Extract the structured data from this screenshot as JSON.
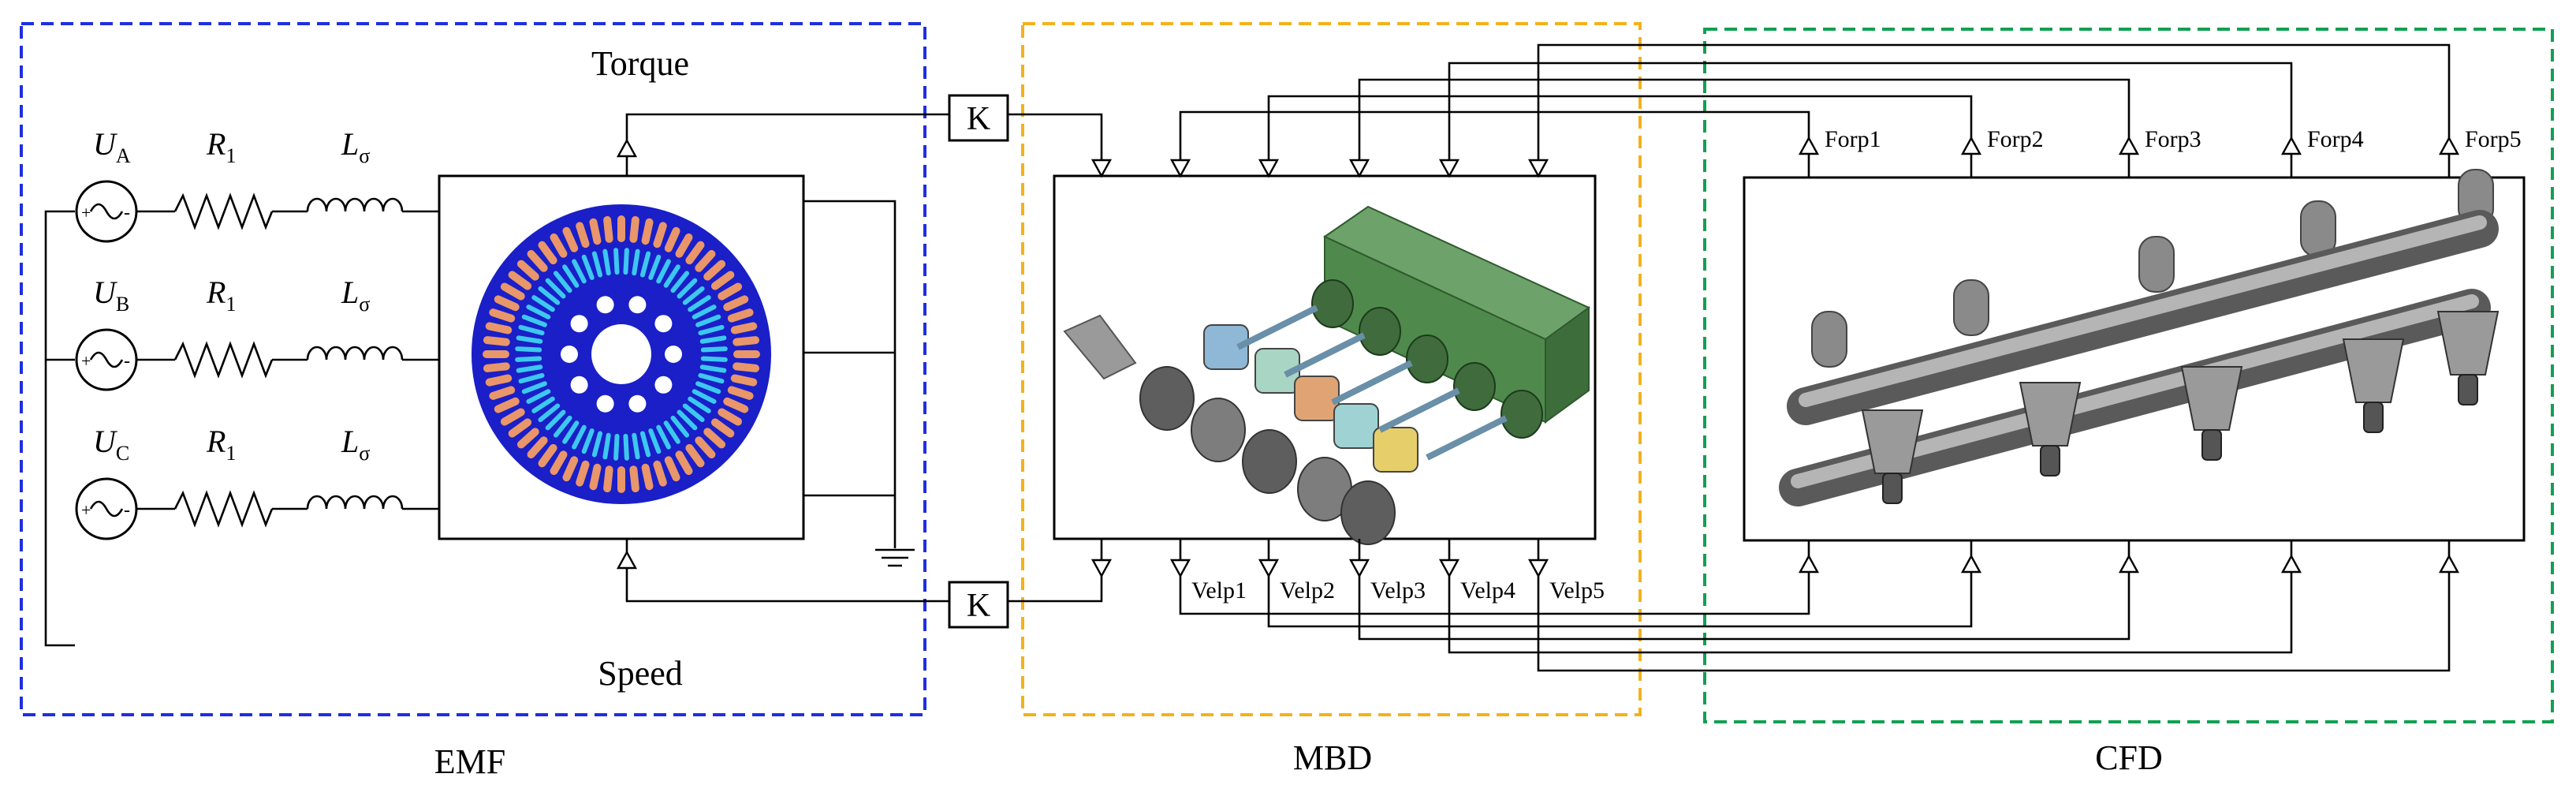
{
  "colors": {
    "emf_border": "#1f2fe0",
    "mbd_border": "#f3b21b",
    "cfd_border": "#12a052",
    "rotor_blue": "#1a1fc7",
    "slot_copper": "#e8966a",
    "slot_cyan": "#3cc8f0",
    "pipe_gray": "#8a8a8a",
    "pump_green": "#4f8a4c"
  },
  "sections": {
    "emf": "EMF",
    "mbd": "MBD",
    "cfd": "CFD"
  },
  "emf": {
    "torque_label": "Torque",
    "speed_label": "Speed",
    "phases": [
      {
        "symbol": "U",
        "sub": "A",
        "r": "R",
        "r_sub": "1",
        "l": "L",
        "l_sub": "σ"
      },
      {
        "symbol": "U",
        "sub": "B",
        "r": "R",
        "r_sub": "1",
        "l": "L",
        "l_sub": "σ"
      },
      {
        "symbol": "U",
        "sub": "C",
        "r": "R",
        "r_sub": "1",
        "l": "L",
        "l_sub": "σ"
      }
    ],
    "source_plus": "+",
    "source_minus": "-"
  },
  "gains": {
    "top": "K",
    "bottom": "K"
  },
  "force_ports": [
    "Forp1",
    "Forp2",
    "Forp3",
    "Forp4",
    "Forp5"
  ],
  "velocity_ports": [
    "Velp1",
    "Velp2",
    "Velp3",
    "Velp4",
    "Velp5"
  ],
  "icons": {
    "source": "ac-voltage-source-icon",
    "resistor": "resistor-icon",
    "inductor": "inductor-icon",
    "ground": "ground-icon",
    "motor": "motor-cross-section-icon",
    "pump": "pump-mechanism-render-icon",
    "cfd": "pipe-nozzle-render-icon"
  }
}
